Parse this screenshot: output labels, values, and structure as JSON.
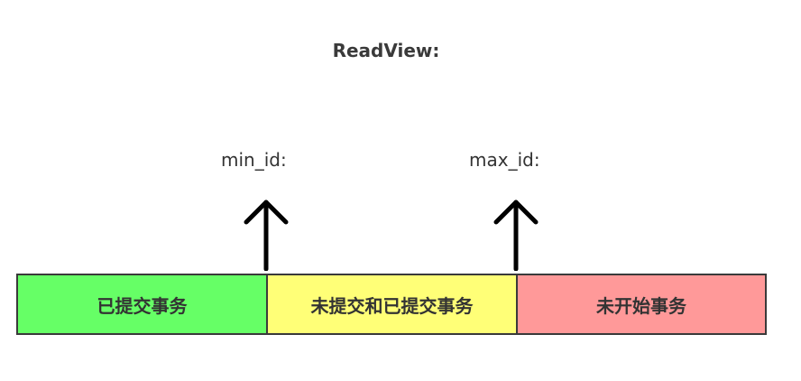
{
  "title": "ReadView:",
  "markers": {
    "min_label": "min_id:",
    "max_label": "max_id:"
  },
  "segments": {
    "committed": "已提交事务",
    "mixed": "未提交和已提交事务",
    "not_started": "未开始事务"
  },
  "colors": {
    "committed": "#66ff66",
    "mixed": "#ffff77",
    "not_started": "#ff9999",
    "border": "#3a3a3a"
  },
  "icons": {
    "min_arrow": "arrow-up-icon",
    "max_arrow": "arrow-up-icon"
  }
}
